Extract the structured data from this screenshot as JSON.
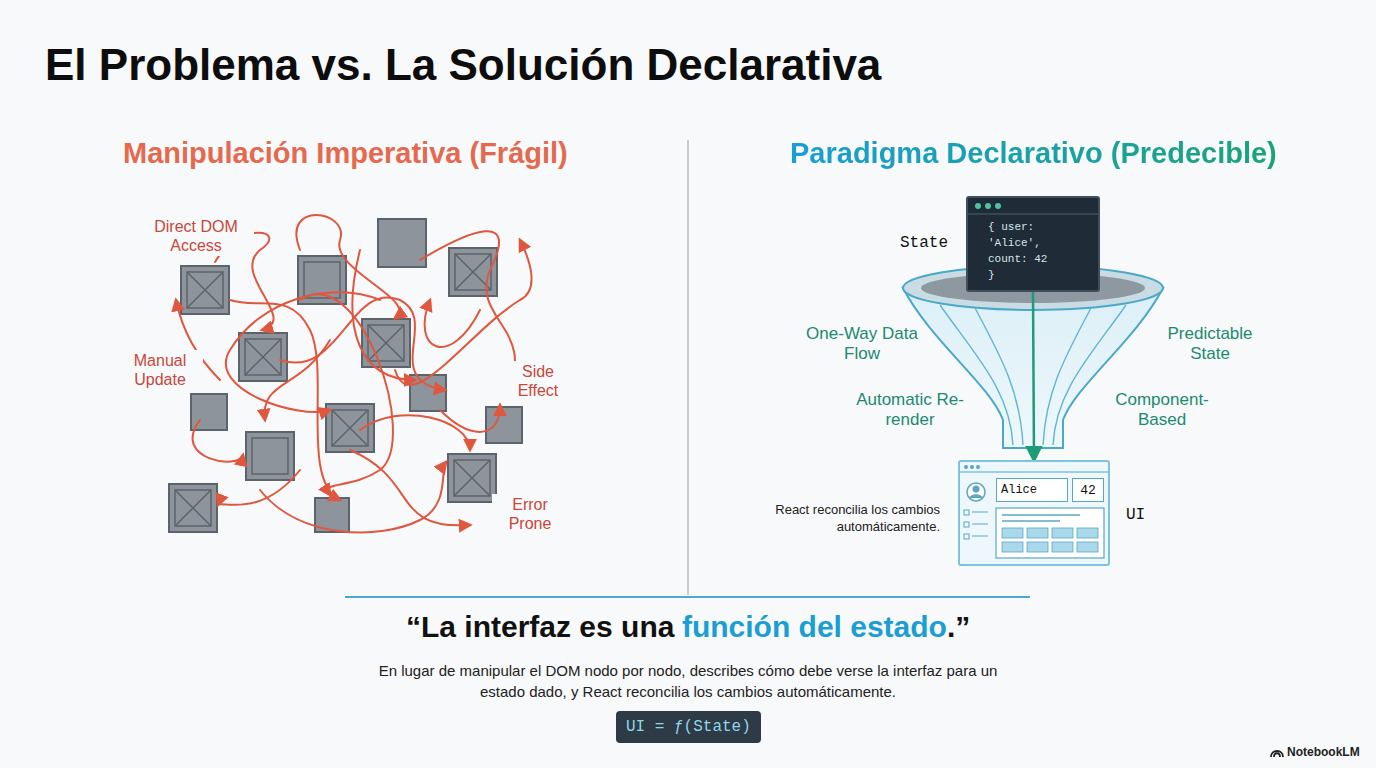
{
  "diagram": {
    "title": "El Problema vs. La Solución Declarativa",
    "nodes": [
      {
        "text": [
          "State",
          "{ user: 'Alice', count: 42 }"
        ]
      },
      {
        "text": [
          "UI"
        ]
      },
      {
        "text": [
          "Alice"
        ],
        "in": 1
      },
      {
        "text": [
          "42"
        ],
        "in": 1
      }
    ],
    "edges": [
      {
        "from": 0,
        "to": 1,
        "arrow": "to"
      }
    ],
    "labels": [
      "Manipulación Imperativa (Frágil)",
      "Paradigma Declarativo (Predecible)",
      "Direct DOM Access",
      "Manual Update",
      "Side Effect",
      "Error Prone",
      "One-Way Data Flow",
      "Predictable State",
      "Automatic Re-render",
      "Component-Based",
      "React reconcilia los cambios automáticamente.",
      "“La interfaz es una",
      "función del estado",
      ".”",
      "En lugar de manipular el DOM nodo por nodo, describes cómo debe verse la interfaz para un estado dado, y React reconcilia los cambios automáticamente.",
      "UI = ƒ(State)",
      "NotebookLM"
    ]
  }
}
